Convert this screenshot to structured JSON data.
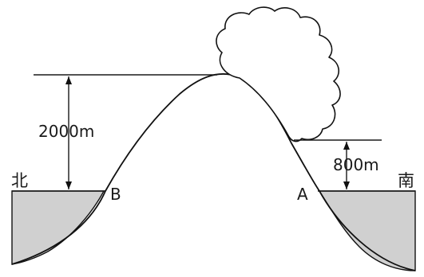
{
  "labels": {
    "north": "北",
    "south": "南",
    "point_b": "B",
    "point_a": "A",
    "height_summit": "2000m",
    "height_cloud_base": "800m"
  }
}
